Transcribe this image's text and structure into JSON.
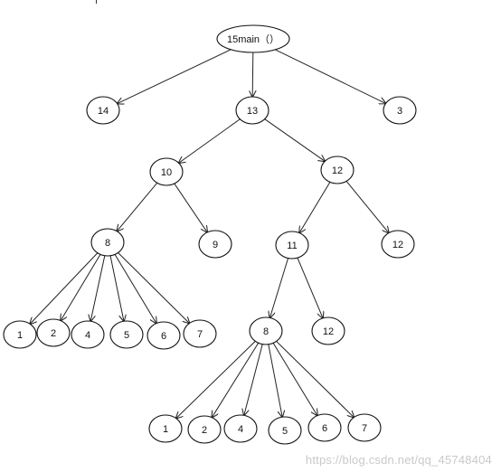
{
  "diagram": {
    "nodes": [
      {
        "id": "root",
        "label": "15main（）"
      },
      {
        "id": "n14",
        "label": "14"
      },
      {
        "id": "n13",
        "label": "13"
      },
      {
        "id": "n3",
        "label": "3"
      },
      {
        "id": "n10",
        "label": "10"
      },
      {
        "id": "n12a",
        "label": "12"
      },
      {
        "id": "n8a",
        "label": "8"
      },
      {
        "id": "n9",
        "label": "9"
      },
      {
        "id": "n11",
        "label": "11"
      },
      {
        "id": "n12b",
        "label": "12"
      },
      {
        "id": "a1",
        "label": "1"
      },
      {
        "id": "a2",
        "label": "2"
      },
      {
        "id": "a4",
        "label": "4"
      },
      {
        "id": "a5",
        "label": "5"
      },
      {
        "id": "a6",
        "label": "6"
      },
      {
        "id": "a7",
        "label": "7"
      },
      {
        "id": "n8b",
        "label": "8"
      },
      {
        "id": "n12c",
        "label": "12"
      },
      {
        "id": "b1",
        "label": "1"
      },
      {
        "id": "b2",
        "label": "2"
      },
      {
        "id": "b4",
        "label": "4"
      },
      {
        "id": "b5",
        "label": "5"
      },
      {
        "id": "b6",
        "label": "6"
      },
      {
        "id": "b7",
        "label": "7"
      }
    ],
    "edges": [
      [
        "root",
        "n14"
      ],
      [
        "root",
        "n13"
      ],
      [
        "root",
        "n3"
      ],
      [
        "n13",
        "n10"
      ],
      [
        "n13",
        "n12a"
      ],
      [
        "n10",
        "n8a"
      ],
      [
        "n10",
        "n9"
      ],
      [
        "n12a",
        "n11"
      ],
      [
        "n12a",
        "n12b"
      ],
      [
        "n8a",
        "a1"
      ],
      [
        "n8a",
        "a2"
      ],
      [
        "n8a",
        "a4"
      ],
      [
        "n8a",
        "a5"
      ],
      [
        "n8a",
        "a6"
      ],
      [
        "n8a",
        "a7"
      ],
      [
        "n11",
        "n8b"
      ],
      [
        "n11",
        "n12c"
      ],
      [
        "n8b",
        "b1"
      ],
      [
        "n8b",
        "b2"
      ],
      [
        "n8b",
        "b4"
      ],
      [
        "n8b",
        "b5"
      ],
      [
        "n8b",
        "b6"
      ],
      [
        "n8b",
        "b7"
      ]
    ]
  },
  "watermark": "https://blog.csdn.net/qq_45748404"
}
